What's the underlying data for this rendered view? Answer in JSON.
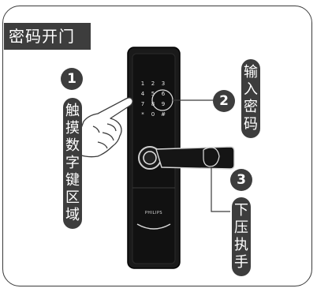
{
  "title": "密码开门",
  "steps": [
    {
      "number": "1",
      "label": [
        "触",
        "摸",
        "数",
        "字",
        "键",
        "区",
        "域"
      ]
    },
    {
      "number": "2",
      "label": [
        "输",
        "入",
        "密",
        "码"
      ]
    },
    {
      "number": "3",
      "label": [
        "下",
        "压",
        "执",
        "手"
      ]
    }
  ],
  "keypad": [
    "1",
    "2",
    "3",
    "4",
    "5",
    "6",
    "7",
    "8",
    "9",
    "*",
    "0",
    "#"
  ],
  "brand": "PHILIPS",
  "colors": {
    "tag": "#3d3d3d",
    "lock_body": "#1a1a1a",
    "outline": "#3a3a3a"
  },
  "icons": [
    "finger-pointing-hand-icon"
  ]
}
